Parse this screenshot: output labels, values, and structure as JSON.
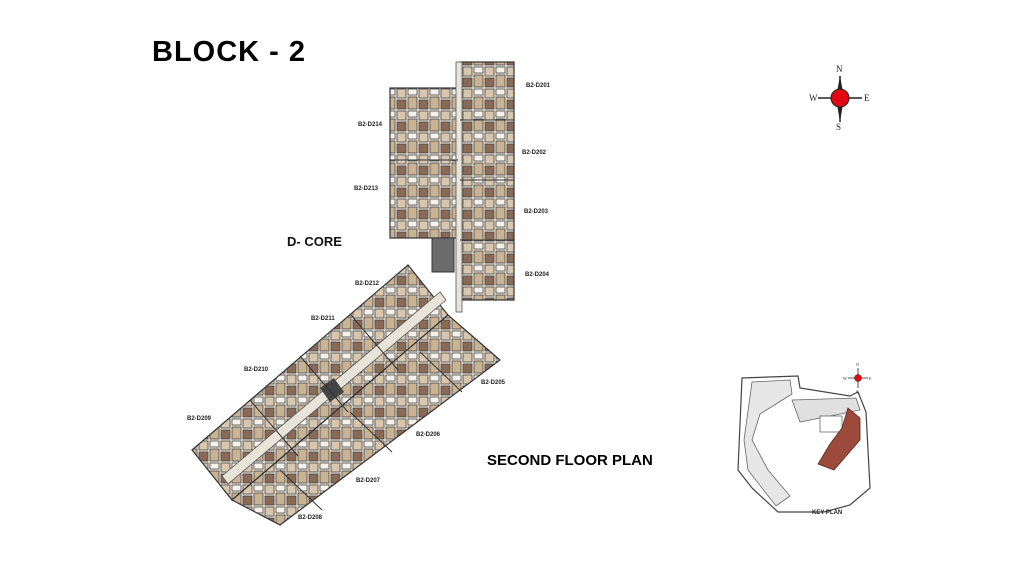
{
  "header": {
    "block_title": "BLOCK - 2"
  },
  "plan": {
    "floor_title": "SECOND FLOOR PLAN",
    "core_label": "D- CORE",
    "units": [
      "B2-D201",
      "B2-D202",
      "B2-D203",
      "B2-D204",
      "B2-D205",
      "B2-D206",
      "B2-D207",
      "B2-D208",
      "B2-D209",
      "B2-D210",
      "B2-D211",
      "B2-D212",
      "B2-D213",
      "B2-D214"
    ]
  },
  "compass": {
    "n": "N",
    "s": "S",
    "e": "E",
    "w": "W",
    "color": "#e30613"
  },
  "key_plan": {
    "label": "KEY PLAN",
    "highlight_color": "#9b4a3c",
    "n": "N",
    "s": "S",
    "e": "E",
    "w": "W"
  }
}
